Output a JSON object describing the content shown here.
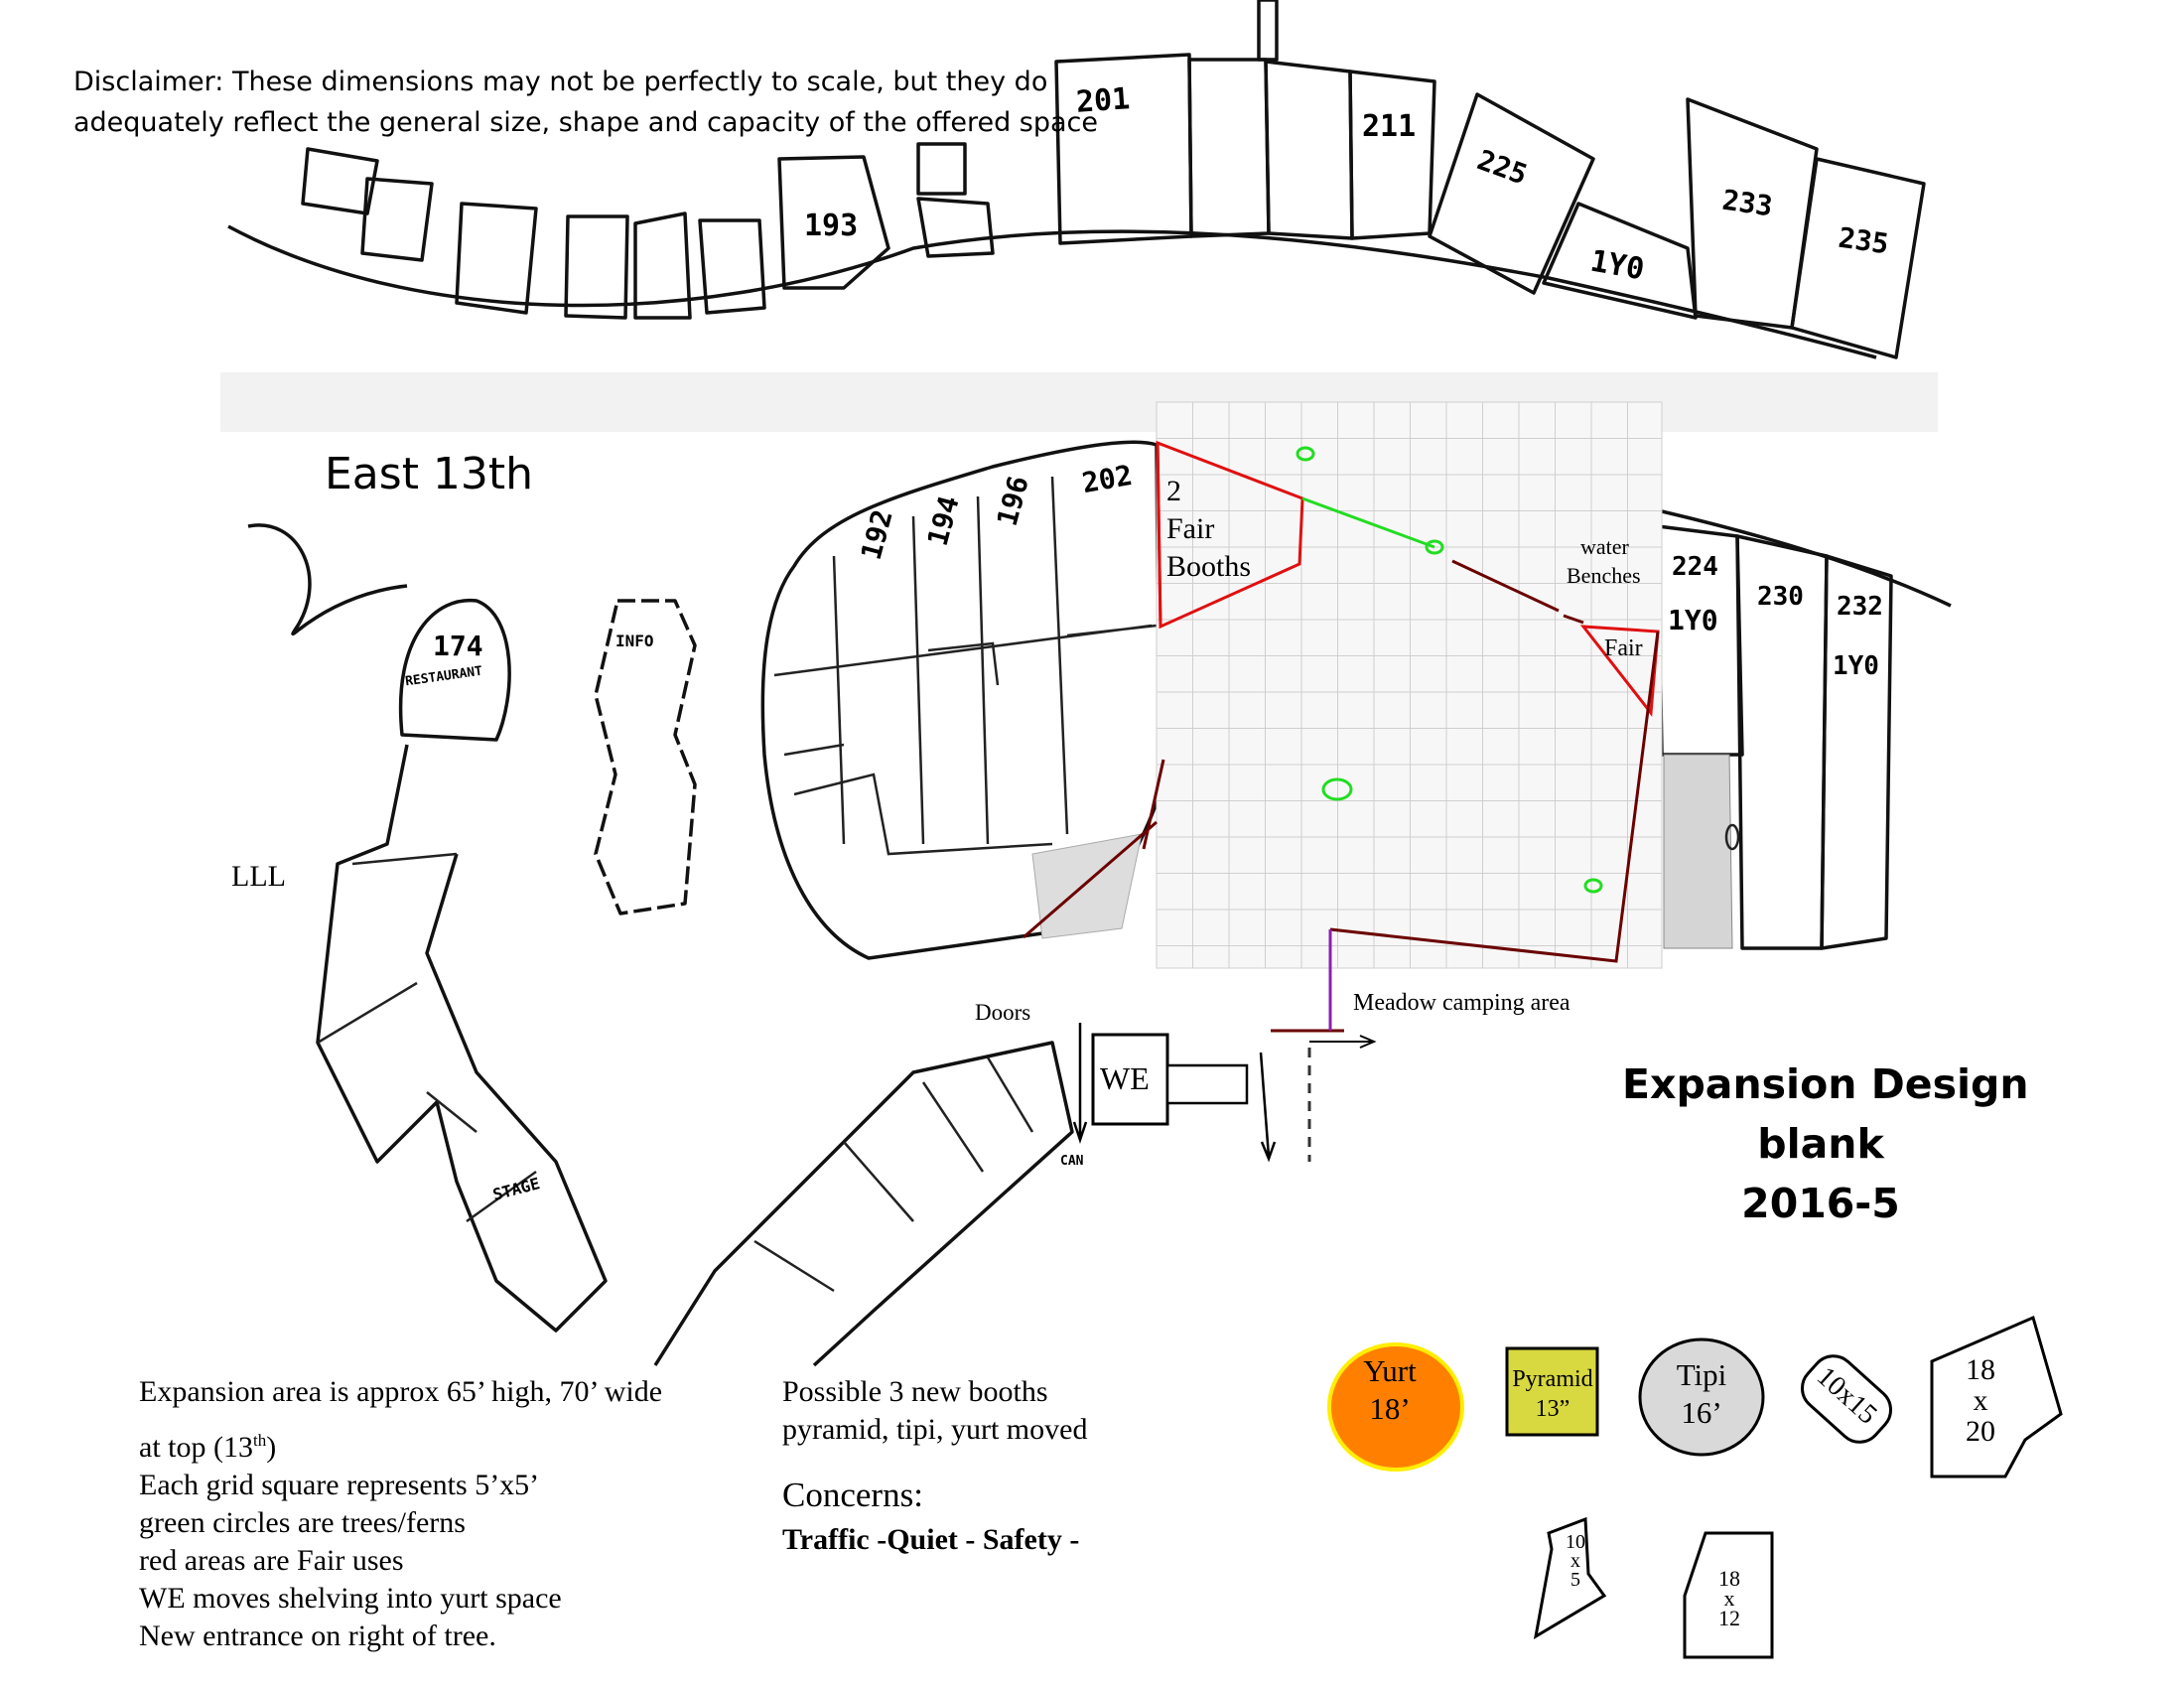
{
  "disclaimer": [
    "Disclaimer: These dimensions may not be perfectly to scale, but they do",
    "adequately reflect the general size, shape and capacity of the offered space"
  ],
  "map_labels": {
    "street": "East 13th",
    "lll": "LLL",
    "fair_booths": [
      "2",
      "Fair",
      "Booths"
    ],
    "water": "water",
    "benches": "Benches",
    "fair": "Fair",
    "meadow": "Meadow camping area",
    "doors": "Doors",
    "we": "WE",
    "can": "CAN"
  },
  "booths": {
    "b201": "201",
    "b211": "211",
    "b225": "225",
    "b1y0_top": "1Y0",
    "b233": "233",
    "b235": "235",
    "b193": "193",
    "b192": "192",
    "b194": "194",
    "b196": "196",
    "b202": "202",
    "b224": "224",
    "b1y0_a": "1Y0",
    "b230": "230",
    "b232": "232",
    "b1y0_b": "1Y0",
    "b174": "174",
    "restaurant": "RESTAURANT",
    "info": "INFO",
    "stage": "STAGE"
  },
  "title": [
    "Expansion Design",
    "blank",
    "2016-5"
  ],
  "notes": [
    "Expansion area is approx 65’ high, 70’ wide",
    "at top (13",
    "th",
    ")",
    "Each grid square represents 5’x5’",
    "green circles are trees/ferns",
    "red areas are Fair uses",
    "WE moves shelving into yurt space",
    "New entrance on right of tree."
  ],
  "possible": [
    "Possible 3 new booths",
    "pyramid, tipi, yurt moved"
  ],
  "concerns": {
    "label": "Concerns:",
    "items": "Traffic -Quiet - Safety -"
  },
  "legend_shapes": {
    "yurt": [
      "Yurt",
      "18’"
    ],
    "pyramid": [
      "Pyramid",
      "13”"
    ],
    "tipi": [
      "Tipi",
      "16’"
    ],
    "s10x15": "10x15",
    "s18x20": [
      "18",
      "x",
      "20"
    ],
    "s10x5": [
      "10",
      "x",
      "5"
    ],
    "s18x12": [
      "18",
      "x",
      "12"
    ]
  },
  "colors": {
    "fair": "#e01010",
    "tree": "#22dd22",
    "path": "#6b0000",
    "yurt": "#ff8000",
    "yurt_border": "#ffee00",
    "pyramid": "#d8d840",
    "tipi": "#d9d9d9",
    "grid": "#cfcfcf",
    "entrance": "#8a20b0"
  }
}
